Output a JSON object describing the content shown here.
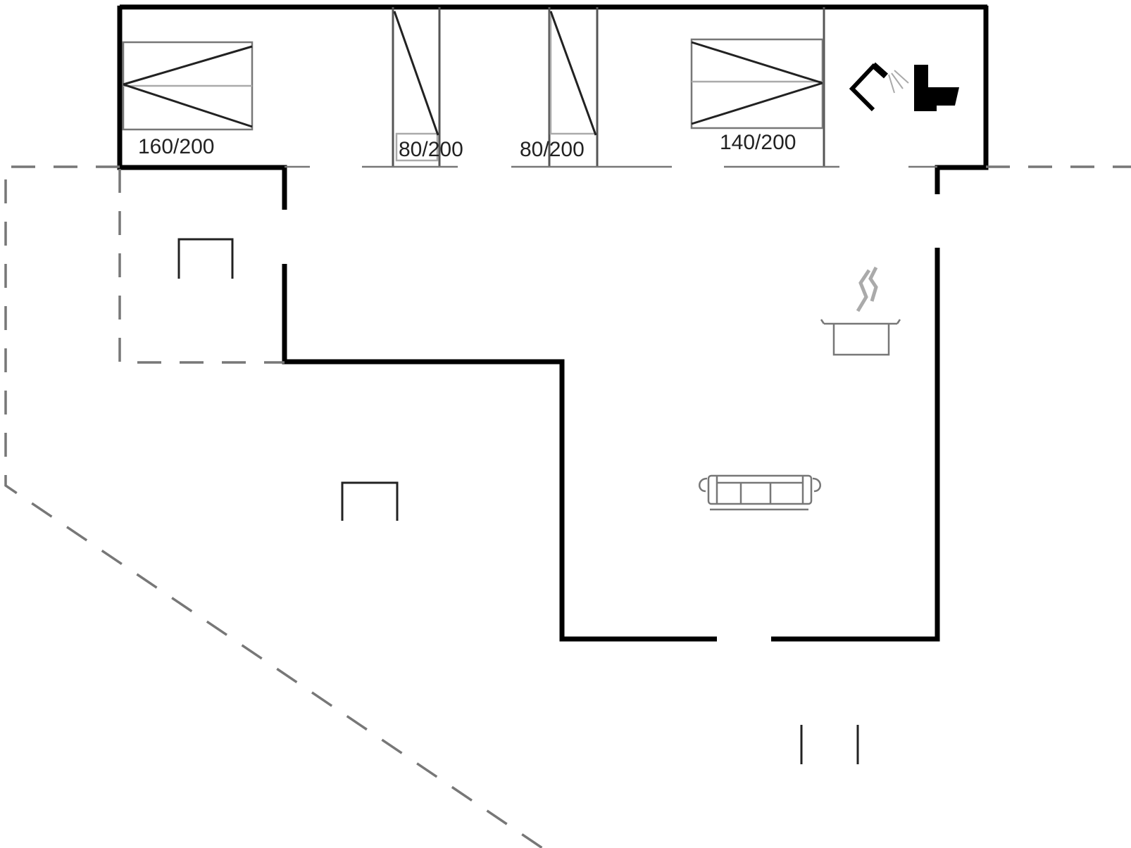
{
  "floorplan": {
    "beds": [
      {
        "label": "160/200"
      },
      {
        "label": "80/200"
      },
      {
        "label": "80/200"
      },
      {
        "label": "140/200"
      }
    ],
    "icons": [
      "shower-icon",
      "toilet-icon",
      "cooking-pot-icon",
      "sofa-icon"
    ],
    "colors": {
      "wall": "#000000",
      "partition": "#555555",
      "outline": "#777777",
      "background": "#ffffff"
    }
  }
}
